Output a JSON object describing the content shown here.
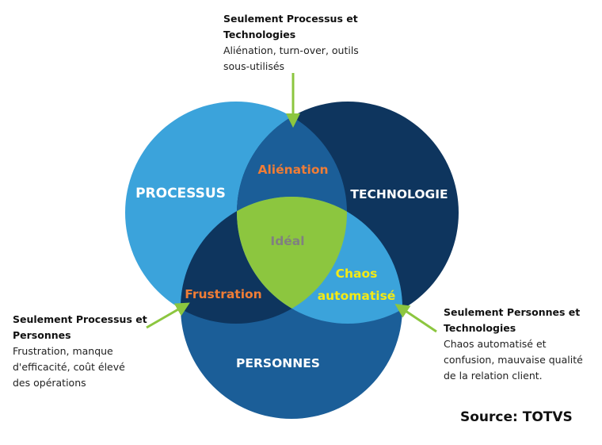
{
  "diagram": {
    "sets": [
      {
        "id": "processus",
        "label": "PROCESSUS",
        "color": "#3BA3DB"
      },
      {
        "id": "technologie",
        "label": "TECHNOLOGIE",
        "color": "#0E355E"
      },
      {
        "id": "personnes",
        "label": "PERSONNES",
        "color": "#1B5E98"
      }
    ],
    "intersections": {
      "processus_technologie": {
        "label": "Aliénation",
        "color": "#1B5E98",
        "text_color": "#F07D36"
      },
      "processus_personnes": {
        "label": "Frustration",
        "color": "#0E355E",
        "text_color": "#F07D36"
      },
      "technologie_personnes": {
        "label_line1": "Chaos",
        "label_line2": "automatisé",
        "color": "#3BA3DB",
        "text_color": "#F5EA14"
      },
      "all": {
        "label": "Idéal",
        "color": "#8CC63F",
        "text_color": "#808080"
      }
    },
    "arrow_color": "#8CC63F"
  },
  "notes": {
    "top": {
      "title_line1": "Seulement Processus et",
      "title_line2": "Technologies",
      "desc_line1": "Aliénation, turn-over, outils",
      "desc_line2": "sous-utilisés"
    },
    "left": {
      "title_line1": "Seulement Processus et",
      "title_line2": "Personnes",
      "desc_line1": "Frustration, manque",
      "desc_line2": "d'efficacité, coût élevé",
      "desc_line3": "des opérations"
    },
    "right": {
      "title_line1": "Seulement Personnes et",
      "title_line2": "Technologies",
      "desc_line1": "Chaos automatisé et",
      "desc_line2": "confusion, mauvaise qualité",
      "desc_line3": "de la relation client."
    }
  },
  "source": "Source: TOTVS"
}
